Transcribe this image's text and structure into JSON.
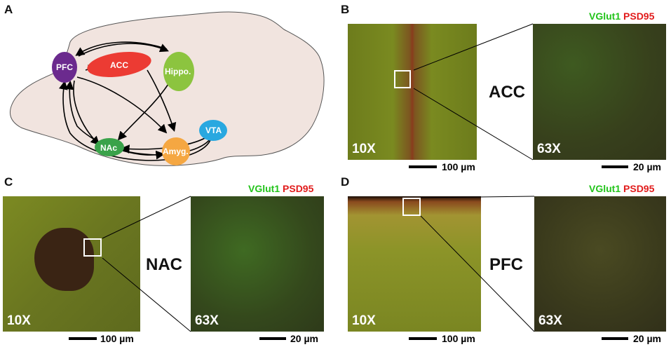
{
  "panels": {
    "A": "A",
    "B": "B",
    "C": "C",
    "D": "D"
  },
  "diagram": {
    "nodes": {
      "pfc": "PFC",
      "acc": "ACC",
      "hippo": "Hippo.",
      "vta": "VTA",
      "nac": "NAc",
      "amyg": "Amyg."
    },
    "colors": {
      "brain": "#f1e4df",
      "pfc": "#6b2a8e",
      "acc": "#ec3b33",
      "hippo": "#8cc43f",
      "vta": "#29a8e0",
      "nac": "#3aa24a",
      "amyg": "#f5a742"
    }
  },
  "legend": {
    "vglut": "VGlut1",
    "psd": "PSD95"
  },
  "regions": {
    "acc": "ACC",
    "nac": "NAC",
    "pfc": "PFC"
  },
  "magnification": {
    "low": "10X",
    "high": "63X"
  },
  "scalebars": {
    "low": "100 µm",
    "high": "20 µm"
  }
}
